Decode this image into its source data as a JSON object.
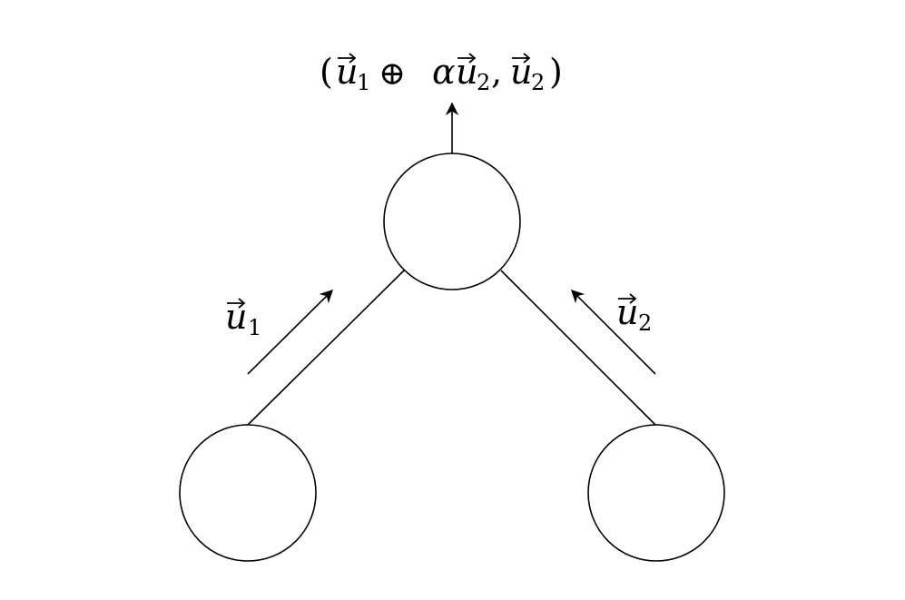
{
  "colors": {
    "stroke": "#000000",
    "background": "#ffffff"
  },
  "labels": {
    "output": {
      "open_paren": "(",
      "u1_vec": "u",
      "u1_sub": "1",
      "oplus": "⊕",
      "alpha": "α",
      "u2_vec": "u",
      "u2_sub": "2",
      "comma": ",",
      "u2b_vec": "u",
      "u2b_sub": "2",
      "close_paren": ")"
    },
    "left_edge": {
      "vec": "u",
      "sub": "1"
    },
    "right_edge": {
      "vec": "u",
      "sub": "2"
    }
  }
}
